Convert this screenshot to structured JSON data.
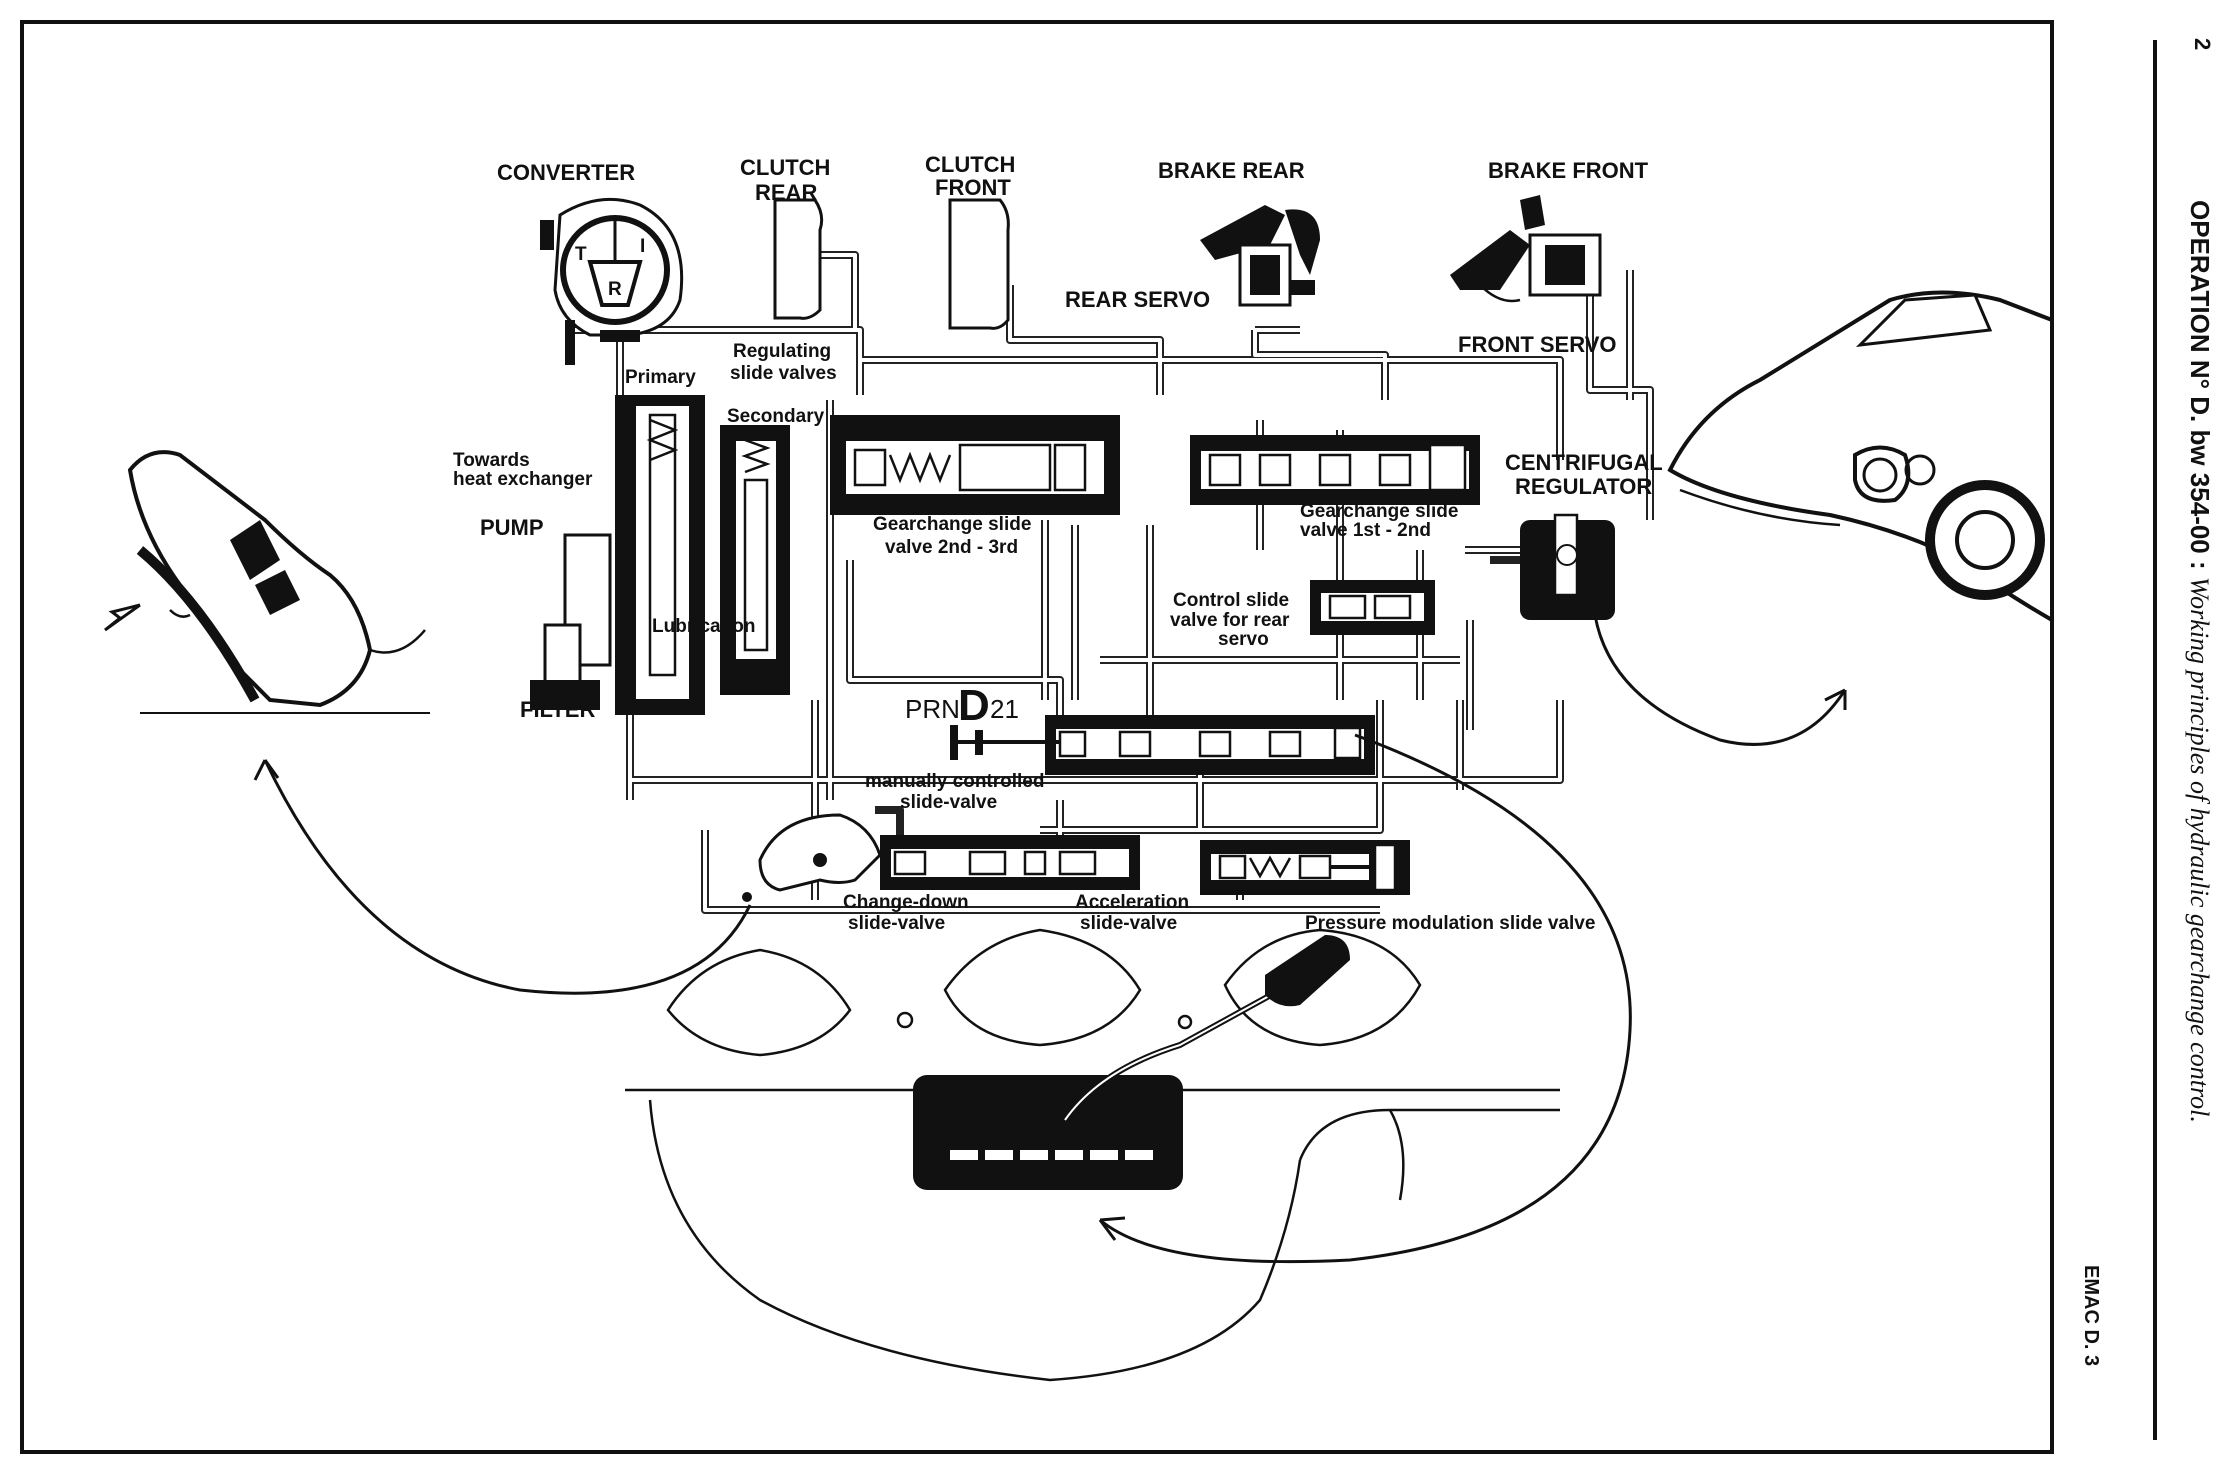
{
  "page": {
    "page_number": "2",
    "operation_title": "OPERATION N° D. bw 354-00 :",
    "operation_subtitle": "Working principles of hydraulic gearchange control.",
    "emac_ref": "EMAC D. 3"
  },
  "labels": {
    "converter": "CONVERTER",
    "converter_t": "T",
    "converter_i": "I",
    "converter_r": "R",
    "clutch_rear_1": "CLUTCH",
    "clutch_rear_2": "REAR",
    "clutch_front_1": "CLUTCH",
    "clutch_front_2": "FRONT",
    "brake_rear": "BRAKE REAR",
    "brake_front": "BRAKE FRONT",
    "rear_servo": "REAR SERVO",
    "front_servo": "FRONT SERVO",
    "regulating_1": "Regulating",
    "regulating_2": "slide valves",
    "primary": "Primary",
    "secondary": "Secondary",
    "towards_1": "Towards",
    "towards_2": "heat exchanger",
    "pump": "PUMP",
    "lubrication": "Lubrication",
    "filter": "FILTER",
    "gearchange_23_1": "Gearchange slide",
    "gearchange_23_2": "valve 2nd - 3rd",
    "gearchange_12_1": "Gearchange slide",
    "gearchange_12_2": "valve 1st - 2nd",
    "control_1": "Control slide",
    "control_2": "valve for rear",
    "control_3": "servo",
    "centrifugal_1": "CENTRIFUGAL",
    "centrifugal_2": "REGULATOR",
    "selector_prn": "PRN",
    "selector_d": "D",
    "selector_21": "21",
    "manual_1": "manually controlled",
    "manual_2": "slide-valve",
    "changedown_1": "Change-down",
    "changedown_2": "slide-valve",
    "acceleration_1": "Acceleration",
    "acceleration_2": "slide-valve",
    "pressure_mod": "Pressure modulation slide valve"
  }
}
